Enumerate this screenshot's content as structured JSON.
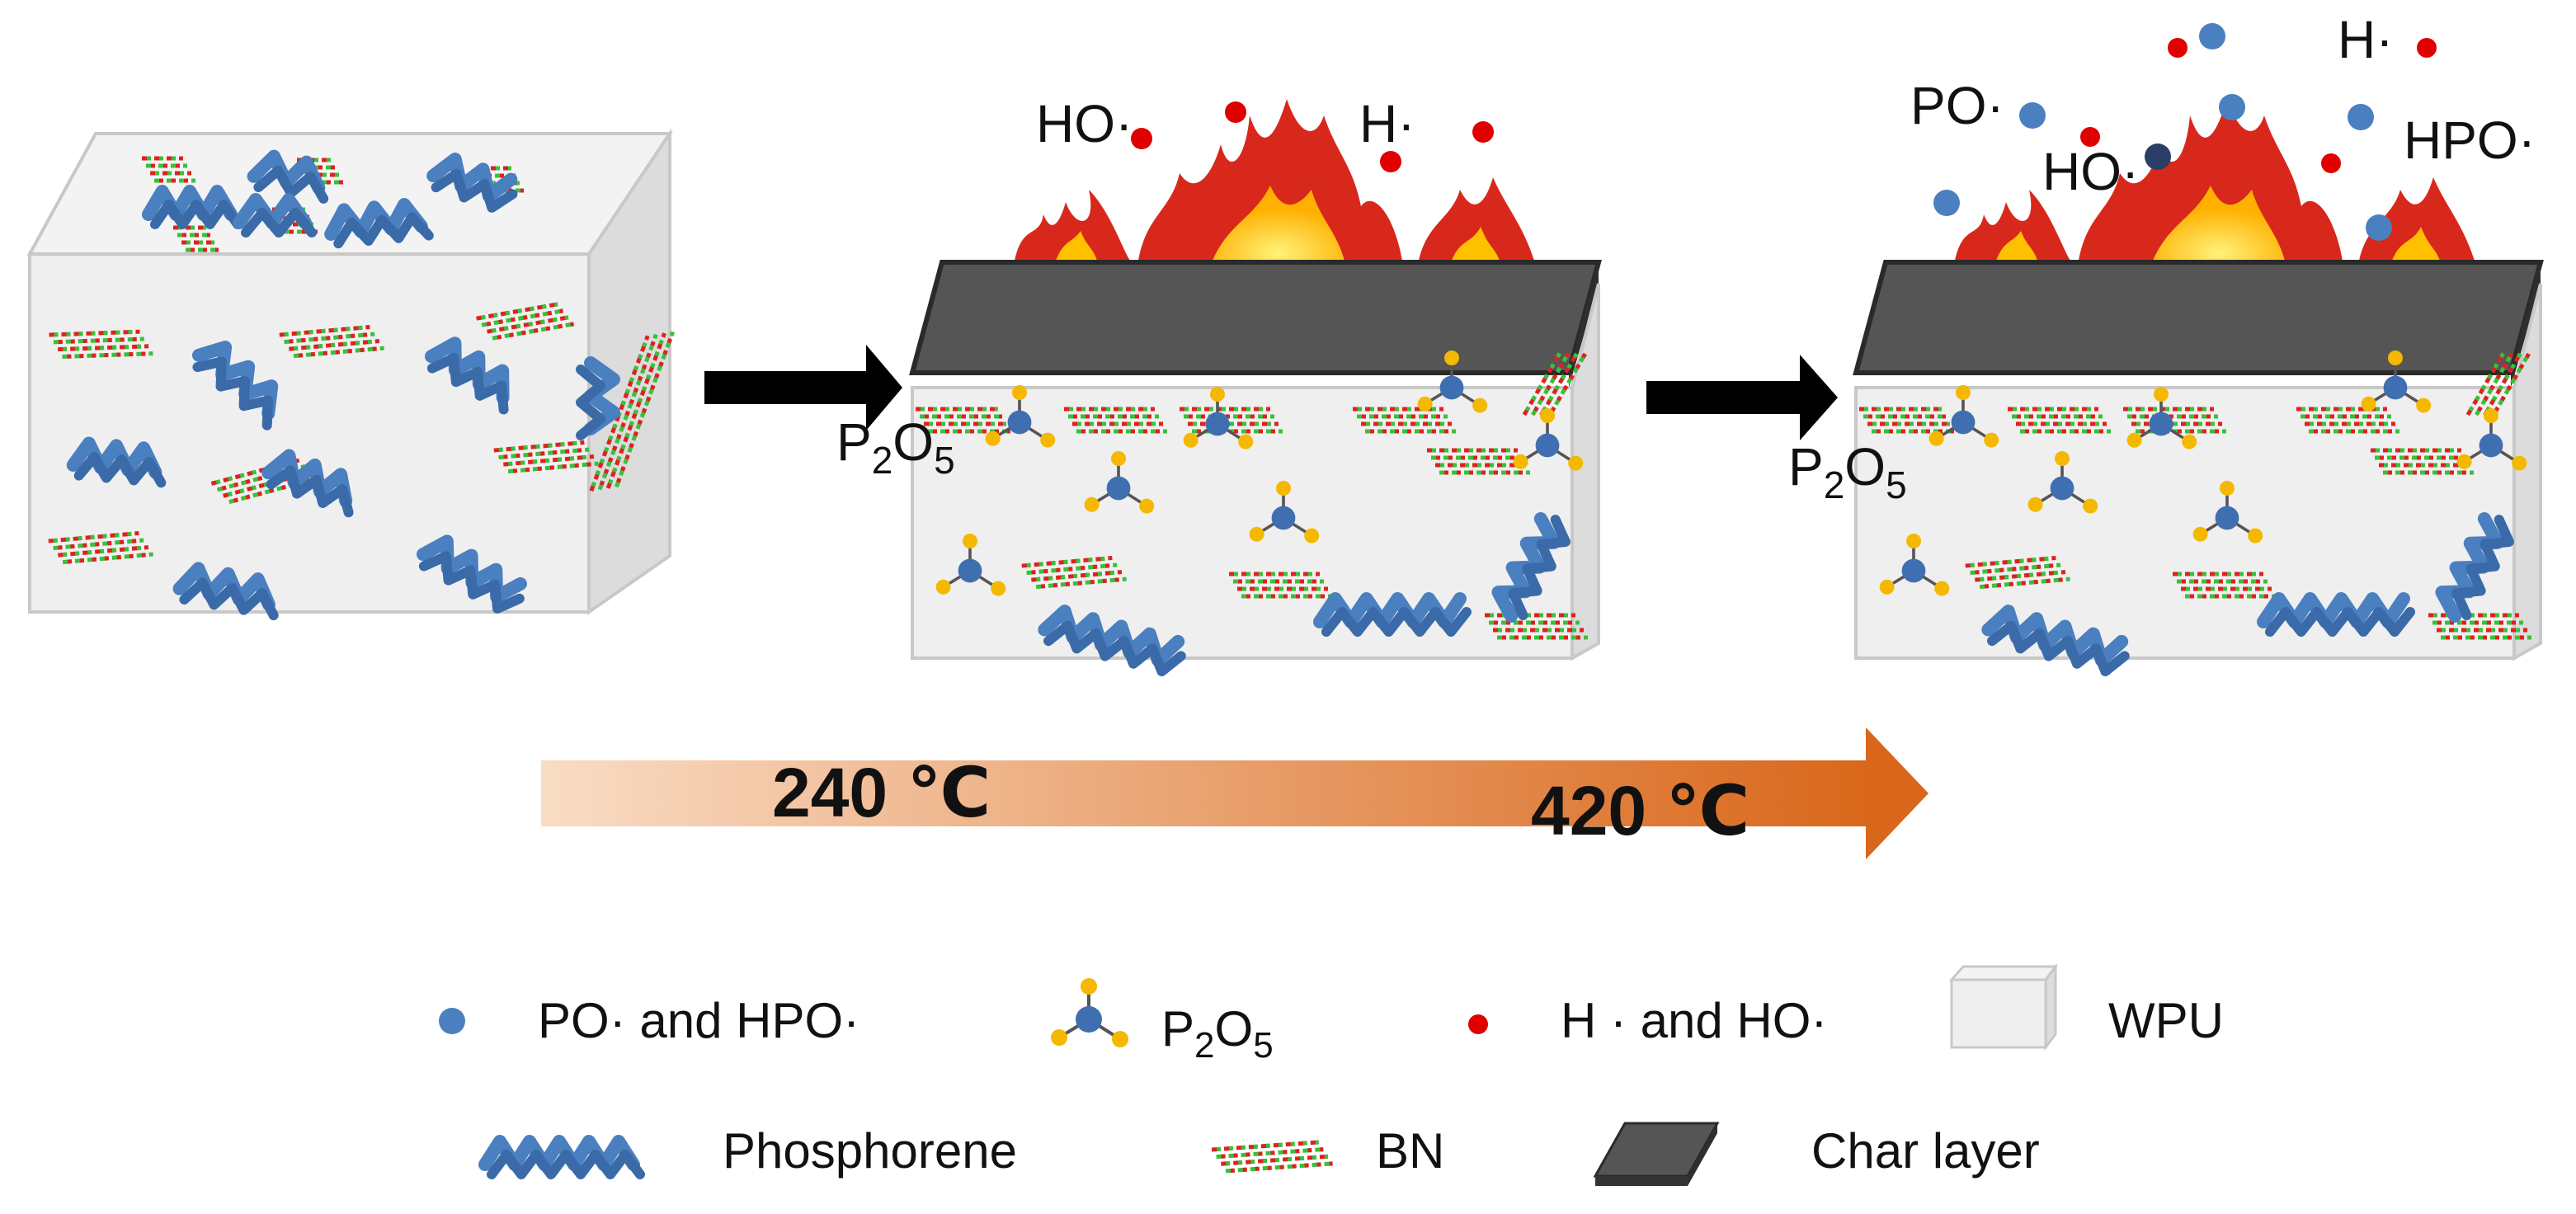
{
  "diagram": {
    "stage2_labels": {
      "ho": "HO·",
      "h": "H·",
      "p2o5": "P",
      "p2o5_sub1": "2",
      "p2o5_o": "O",
      "p2o5_sub2": "5"
    },
    "stage3_labels": {
      "po": "PO·",
      "h": "H·",
      "ho": "HO·",
      "hpo": "HPO·",
      "p2o5": "P",
      "p2o5_sub1": "2",
      "p2o5_o": "O",
      "p2o5_sub2": "5"
    },
    "temperature_axis": {
      "t1": "240 ℃",
      "t2": "420 ℃",
      "gradient_start": "#f9dcc4",
      "gradient_end": "#d9671b"
    },
    "legend": {
      "radicals_po": "PO· and HPO·",
      "p2o5_main": "P",
      "p2o5_sub1": "2",
      "p2o5_o": "O",
      "p2o5_sub2": "5",
      "radicals_h": "H · and HO·",
      "wpu": "WPU",
      "phosphorene": "Phosphorene",
      "bn": "BN",
      "char": "Char layer"
    },
    "colors": {
      "phosphorene": "#4a7fc0",
      "bn_red": "#e02020",
      "bn_green": "#39c03a",
      "p_atom": "#3f6fb0",
      "o_atom": "#f5b800",
      "radical_red": "#e00000",
      "char": "#555555",
      "wpu_face": "#efefef"
    }
  }
}
